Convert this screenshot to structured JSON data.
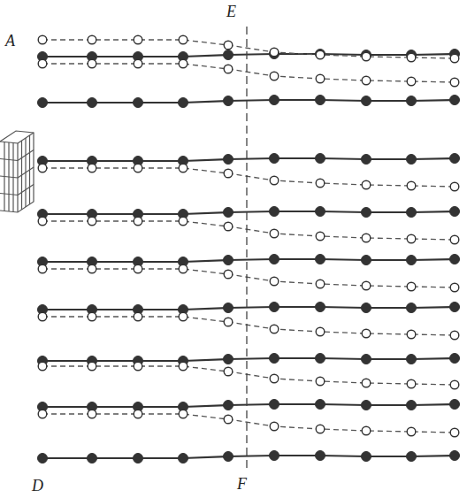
{
  "diagram": {
    "labels": [
      "E",
      "A",
      "D",
      "F"
    ]
  }
}
